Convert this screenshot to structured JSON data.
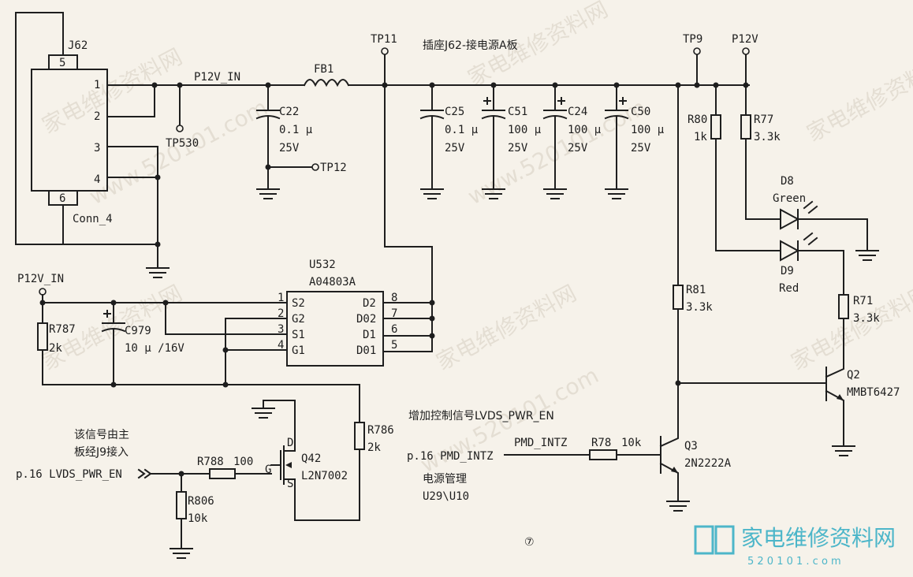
{
  "connector": {
    "ref": "J62",
    "value": "Conn_4",
    "pins": [
      "1",
      "2",
      "3",
      "4",
      "5",
      "6"
    ]
  },
  "nets": {
    "p12v_in": "P12V_IN",
    "p12v": "P12V",
    "tp11": "TP11",
    "tp9": "TP9",
    "tp530": "TP530",
    "tp12": "TP12",
    "p12v_in_left": "P12V_IN"
  },
  "ferrite": {
    "ref": "FB1"
  },
  "header_note": "插座J62-接电源A板",
  "caps": [
    {
      "ref": "C22",
      "value": "0.1 µ",
      "voltage": "25V"
    },
    {
      "ref": "C25",
      "value": "0.1 µ",
      "voltage": "25V"
    },
    {
      "ref": "C51",
      "value": "100 µ",
      "voltage": "25V"
    },
    {
      "ref": "C24",
      "value": "100 µ",
      "voltage": "25V"
    },
    {
      "ref": "C50",
      "value": "100 µ",
      "voltage": "25V"
    },
    {
      "ref": "C979",
      "value": "10 µ /16V"
    }
  ],
  "resistors": [
    {
      "ref": "R80",
      "value": "1k"
    },
    {
      "ref": "R77",
      "value": "3.3k"
    },
    {
      "ref": "R81",
      "value": "3.3k"
    },
    {
      "ref": "R71",
      "value": "3.3k"
    },
    {
      "ref": "R787",
      "value": "2k"
    },
    {
      "ref": "R786",
      "value": "2k"
    },
    {
      "ref": "R788",
      "value": "100"
    },
    {
      "ref": "R806",
      "value": "10k"
    },
    {
      "ref": "R78",
      "value": "10k"
    }
  ],
  "leds": [
    {
      "ref": "D8",
      "color": "Green"
    },
    {
      "ref": "D9",
      "color": "Red"
    }
  ],
  "ic": {
    "ref": "U532",
    "part": "A04803A",
    "left_pins": [
      {
        "num": "1",
        "name": "S2"
      },
      {
        "num": "2",
        "name": "G2"
      },
      {
        "num": "3",
        "name": "S1"
      },
      {
        "num": "4",
        "name": "G1"
      }
    ],
    "right_pins": [
      {
        "num": "8",
        "name": "D2"
      },
      {
        "num": "7",
        "name": "D02"
      },
      {
        "num": "6",
        "name": "D1"
      },
      {
        "num": "5",
        "name": "D01"
      }
    ]
  },
  "transistors": [
    {
      "ref": "Q2",
      "part": "MMBT6427"
    },
    {
      "ref": "Q3",
      "part": "2N2222A"
    },
    {
      "ref": "Q42",
      "part": "L2N7002",
      "pins": {
        "d": "D",
        "g": "G",
        "s": "S"
      }
    }
  ],
  "signals": {
    "lvds_in": "p.16 LVDS_PWR_EN",
    "pmd_in": "p.16 PMD_INTZ",
    "pmd_net": "PMD_INTZ"
  },
  "notes": {
    "signal_origin_1": "该信号由主",
    "signal_origin_2": "板经J9接入",
    "added_signal": "增加控制信号LVDS_PWR_EN",
    "power_mgmt_1": "电源管理",
    "power_mgmt_2": "U29\\U10",
    "page_marker": "⑦"
  },
  "watermark": {
    "site_cn": "家电维修资料网",
    "site_url": "www.520101.com",
    "logo_cn": "家电维修资料网",
    "logo_url": "5 2 0 1 0 1 . c o m"
  }
}
